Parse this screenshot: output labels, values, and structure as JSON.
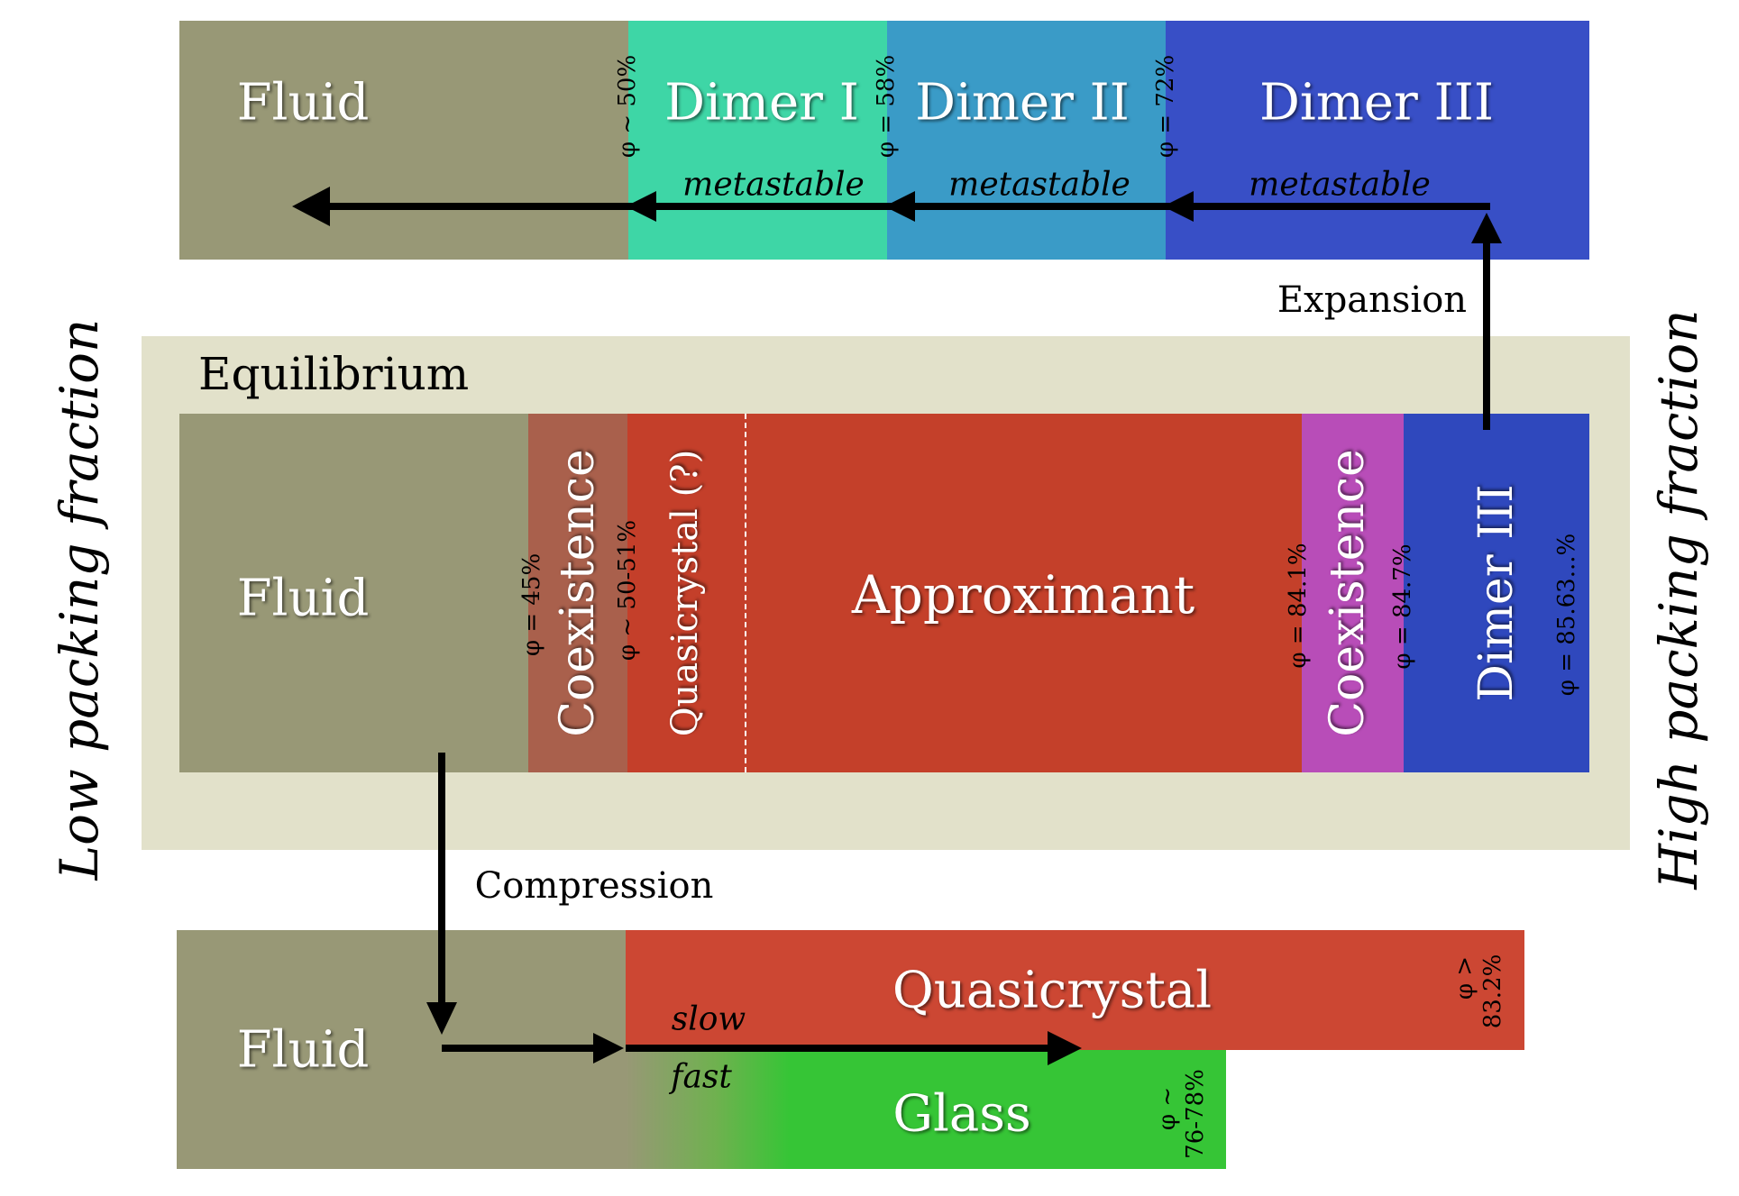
{
  "colors": {
    "fluid": "#989876",
    "dimer_i": "#3ed6a6",
    "dimer_ii": "#3a9bc7",
    "dimer_iii": "#384fc6",
    "coexistence_low": "#a9604c",
    "quasicrystal_eq": "#c43f2a",
    "approximant": "#c4402a",
    "coexistence_high": "#b84db8",
    "dimer_iii_eq": "#2f48bd",
    "equilibrium_bg": "#e2e1ca",
    "quasicrystal_comp": "#cc4733",
    "glass": "#36c536"
  },
  "side_labels": {
    "left": "Low packing fraction",
    "right": "High packing fraction"
  },
  "top_panel": {
    "fluid": "Fluid",
    "dimer_i": "Dimer I",
    "dimer_ii": "Dimer II",
    "dimer_iii": "Dimer III",
    "phi_1": "φ ~ 50%",
    "phi_2": "φ = 58%",
    "phi_3": "φ = 72%",
    "meta_1": "metastable",
    "meta_2": "metastable",
    "meta_3": "metastable",
    "expansion": "Expansion"
  },
  "equilibrium": {
    "title": "Equilibrium",
    "fluid": "Fluid",
    "phi_45": "φ = 45%",
    "coexistence_1": "Coexistence",
    "phi_50": "φ ~ 50-51%",
    "quasicrystal": "Quasicrystal (?)",
    "approximant": "Approximant",
    "phi_841": "φ = 84.1%",
    "coexistence_2": "Coexistence",
    "phi_847": "φ = 84.7%",
    "dimer_iii": "Dimer III",
    "phi_8563": "φ = 85.63...%"
  },
  "bottom_panel": {
    "compression": "Compression",
    "fluid": "Fluid",
    "quasicrystal": "Quasicrystal",
    "phi_832_a": "φ >",
    "phi_832_b": "83.2%",
    "slow": "slow",
    "fast": "fast",
    "glass": "Glass",
    "phi_glass_a": "φ ~",
    "phi_glass_b": "76-78%"
  }
}
